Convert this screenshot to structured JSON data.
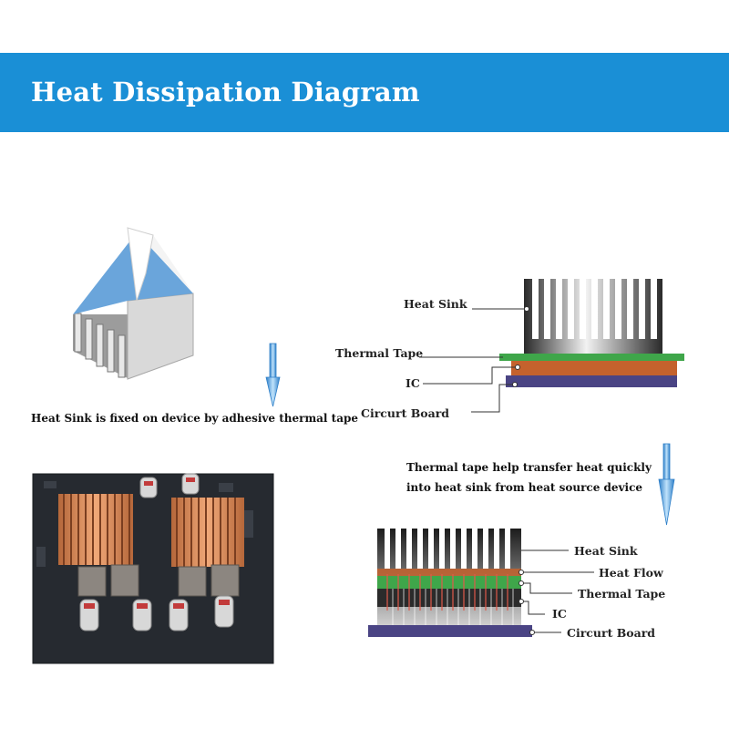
{
  "header": {
    "title": "Heat Dissipation Diagram"
  },
  "caption_left": "Heat Sink is fixed on device by adhesive thermal tape",
  "diagram_top": {
    "labels": [
      "Heat Sink",
      "Thermal Tape",
      "IC",
      "Circurt Board"
    ]
  },
  "caption_right": {
    "line1": "Thermal tape help transfer heat quickly",
    "line2": "into heat sink from heat source device"
  },
  "diagram_bottom": {
    "labels": [
      "Heat Sink",
      "Heat Flow",
      "Thermal Tape",
      "IC",
      "Circurt Board"
    ]
  },
  "colors": {
    "banner": "#1a8fd6",
    "thermal_tape": "#3fa64a",
    "ic": "#c4622d",
    "circuit_board": "#4a4484",
    "blue_film": "#6aa5db"
  }
}
